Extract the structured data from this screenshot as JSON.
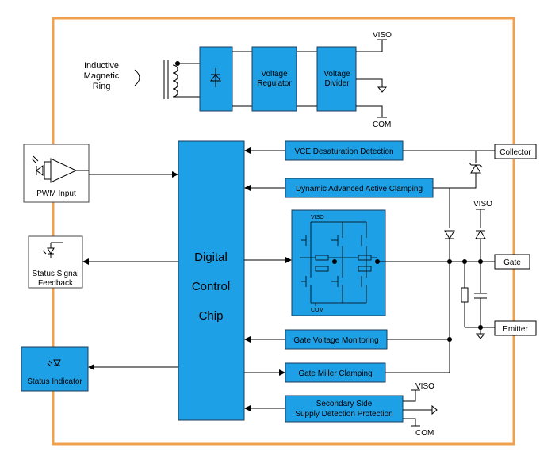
{
  "colors": {
    "frame": "#f0a04e",
    "block": "#1ea0e6",
    "block_border": "#1c3d5a",
    "wire": "#000000"
  },
  "power": {
    "source_label_lines": [
      "Inductive",
      "Magnetic",
      "Ring"
    ],
    "regulator_lines": [
      "Voltage",
      "Regulator"
    ],
    "divider_lines": [
      "Voltage",
      "Divider"
    ],
    "viso": "VISO",
    "com": "COM"
  },
  "center": {
    "chip_lines": [
      "Digital",
      "Control",
      "Chip"
    ]
  },
  "inputs": {
    "pwm_label": "PWM Input",
    "feedback_lines": [
      "Status Signal",
      "Feedback"
    ],
    "indicator_label": "Status Indicator"
  },
  "blocks": {
    "vce": "VCE Desaturation Detection",
    "clamp": "Dynamic Advanced Active Clamping",
    "gate_mon": "Gate Voltage Monitoring",
    "miller": "Gate Miller Clamping",
    "supply_lines": [
      "Secondary Side",
      "Supply Detection Protection"
    ]
  },
  "driver": {
    "viso": "VISO",
    "com": "COM"
  },
  "terminals": {
    "collector": "Collector",
    "gate": "Gate",
    "emitter": "Emitter",
    "viso": "VISO"
  },
  "supply": {
    "viso": "VISO",
    "com": "COM"
  }
}
